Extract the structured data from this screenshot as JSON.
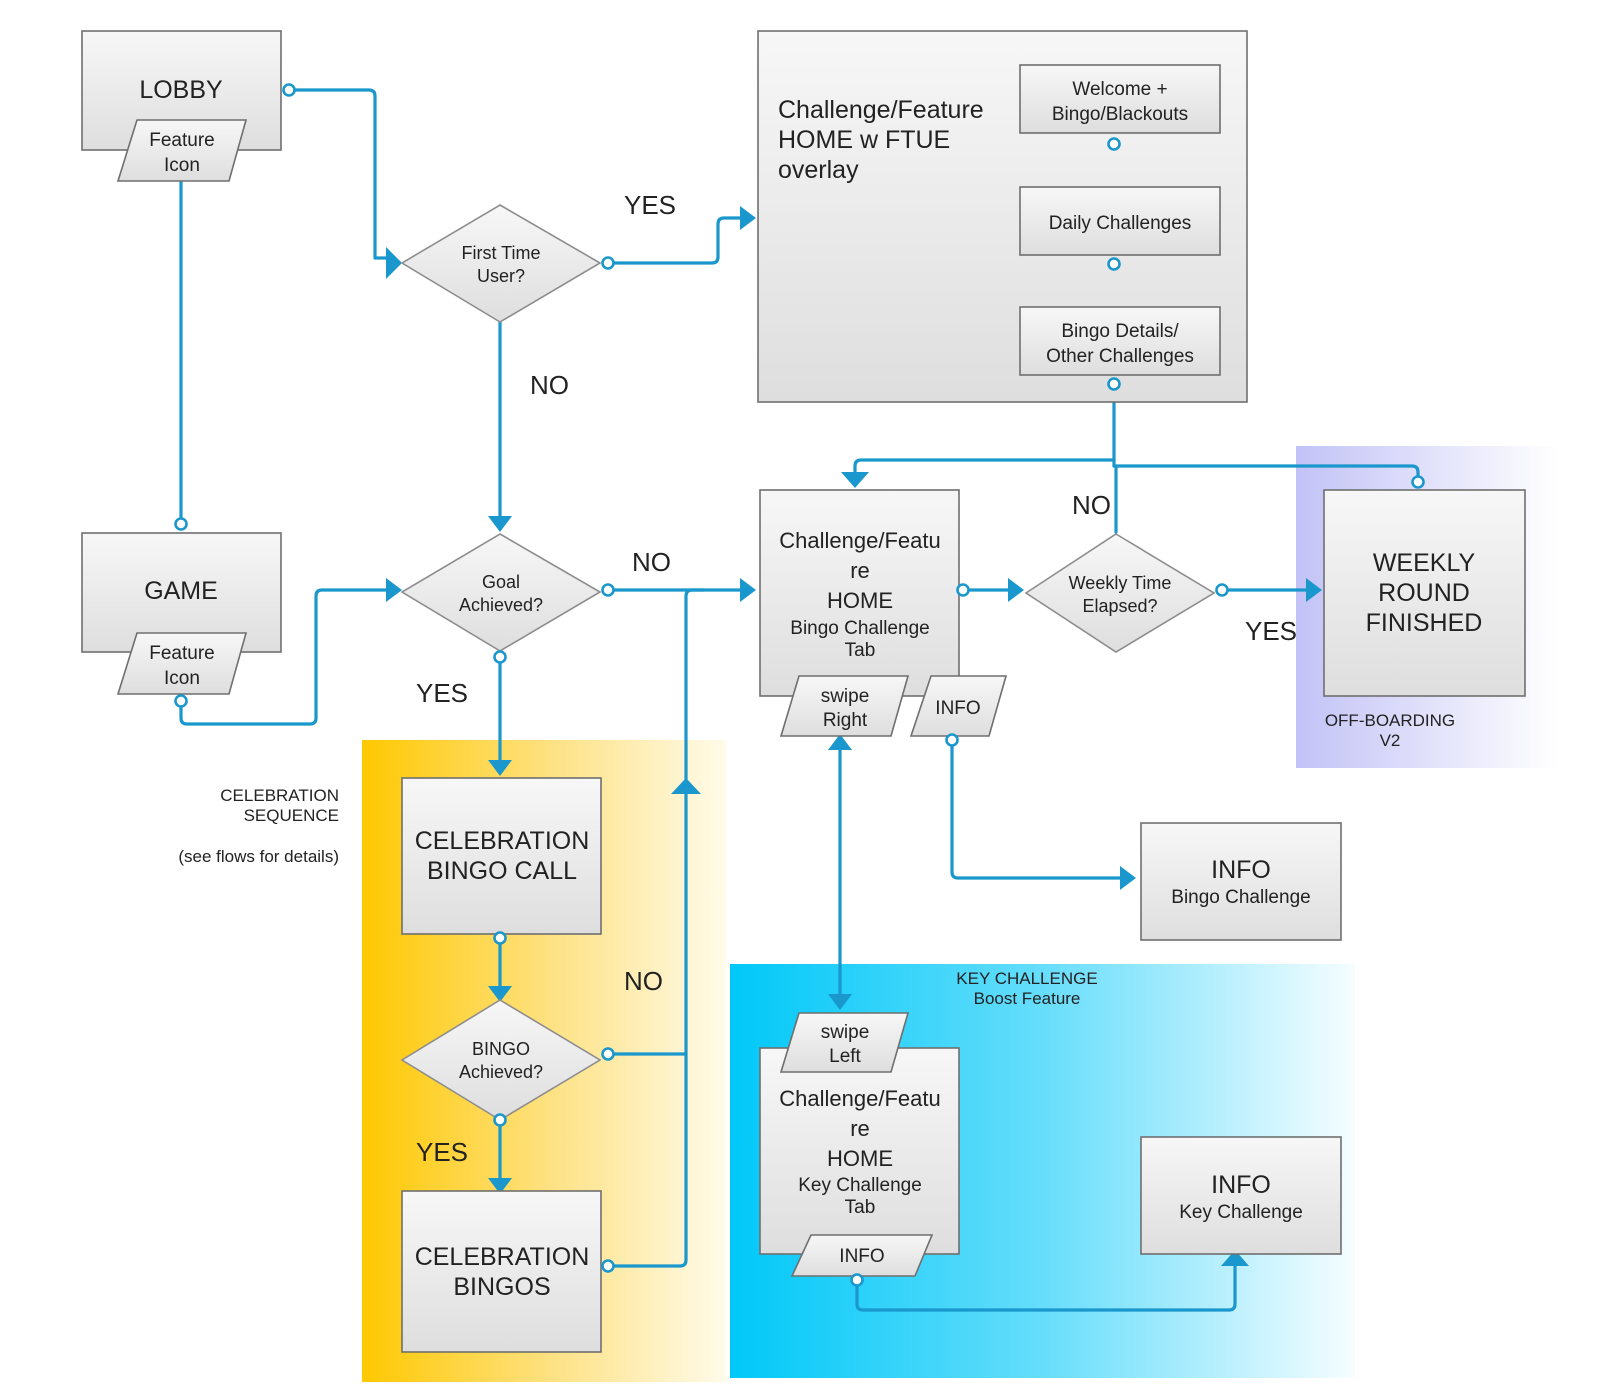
{
  "nodes": {
    "lobby": "LOBBY",
    "lobby_feature_icon": [
      "Feature",
      "Icon"
    ],
    "game": "GAME",
    "game_feature_icon": [
      "Feature",
      "Icon"
    ],
    "first_time_user": [
      "First Time",
      "User?"
    ],
    "goal_achieved": [
      "Goal",
      "Achieved?"
    ],
    "ftue_home": [
      "Challenge/Feature",
      "HOME w FTUE",
      "overlay"
    ],
    "welcome": [
      "Welcome +",
      "Bingo/Blackouts"
    ],
    "daily_challenges": "Daily Challenges",
    "bingo_details": [
      "Bingo Details/",
      "Other Challenges"
    ],
    "home_bingo_title": [
      "Challenge/Featu",
      "re",
      "HOME"
    ],
    "home_bingo_sub": [
      "Bingo Challenge",
      "Tab"
    ],
    "swipe_right": [
      "swipe",
      "Right"
    ],
    "info_tag": "INFO",
    "weekly_time_elapsed": [
      "Weekly Time",
      "Elapsed?"
    ],
    "weekly_round_finished": [
      "WEEKLY",
      "ROUND",
      "FINISHED"
    ],
    "celebration_bingo_call": [
      "CELEBRATION",
      "BINGO CALL"
    ],
    "bingo_achieved": [
      "BINGO",
      "Achieved?"
    ],
    "celebration_bingos": [
      "CELEBRATION",
      "BINGOS"
    ],
    "info_bingo_title": "INFO",
    "info_bingo_sub": "Bingo Challenge",
    "swipe_left": [
      "swipe",
      "Left"
    ],
    "home_key_title": [
      "Challenge/Featu",
      "re",
      "HOME"
    ],
    "home_key_sub": [
      "Key Challenge",
      "Tab"
    ],
    "info_key_tag": "INFO",
    "info_key_title": "INFO",
    "info_key_sub": "Key Challenge"
  },
  "edge_labels": {
    "first_time_yes": "YES",
    "first_time_no": "NO",
    "goal_no": "NO",
    "goal_yes": "YES",
    "weekly_no": "NO",
    "weekly_yes": "YES",
    "bingo_no": "NO",
    "bingo_yes": "YES"
  },
  "regions": {
    "celebration": [
      "CELEBRATION",
      "SEQUENCE"
    ],
    "celebration_note": "(see flows for details)",
    "key_challenge": [
      "KEY CHALLENGE",
      "Boost Feature"
    ],
    "offboarding": [
      "OFF-BOARDING",
      "V2"
    ]
  },
  "colors": {
    "connector": "#1a97cc",
    "celebration_region": "#ffc800",
    "key_challenge_region": "#00c8f8",
    "offboarding_region": "#c4c4f8"
  }
}
